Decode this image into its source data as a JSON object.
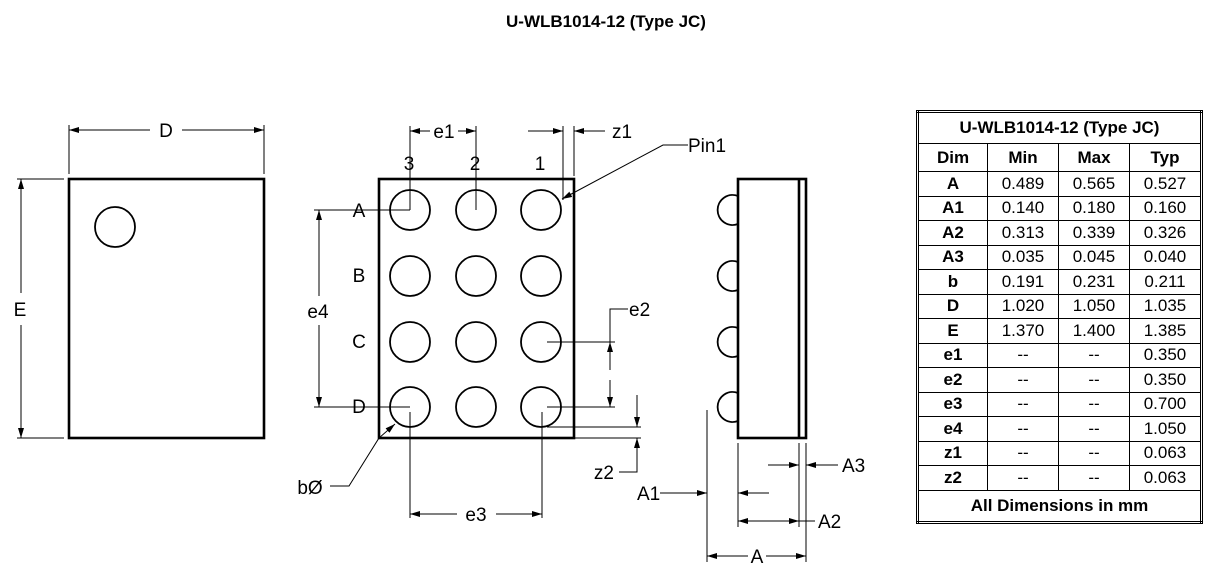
{
  "title": "U-WLB1014-12 (Type JC)",
  "drawing": {
    "top_view": {
      "width_label": "D",
      "height_label": "E"
    },
    "bottom_view": {
      "column_labels": [
        "3",
        "2",
        "1"
      ],
      "row_labels": [
        "A",
        "B",
        "C",
        "D"
      ],
      "ball_rows": 4,
      "ball_cols": 3,
      "pin1_label": "Pin1",
      "dim_labels": {
        "e1": "e1",
        "e2": "e2",
        "e3": "e3",
        "e4": "e4",
        "z1": "z1",
        "z2": "z2",
        "b": "bØ"
      }
    },
    "side_view": {
      "dim_labels": {
        "A": "A",
        "A1": "A1",
        "A2": "A2",
        "A3": "A3"
      }
    }
  },
  "table": {
    "title": "U-WLB1014-12 (Type JC)",
    "headers": [
      "Dim",
      "Min",
      "Max",
      "Typ"
    ],
    "rows": [
      [
        "A",
        "0.489",
        "0.565",
        "0.527"
      ],
      [
        "A1",
        "0.140",
        "0.180",
        "0.160"
      ],
      [
        "A2",
        "0.313",
        "0.339",
        "0.326"
      ],
      [
        "A3",
        "0.035",
        "0.045",
        "0.040"
      ],
      [
        "b",
        "0.191",
        "0.231",
        "0.211"
      ],
      [
        "D",
        "1.020",
        "1.050",
        "1.035"
      ],
      [
        "E",
        "1.370",
        "1.400",
        "1.385"
      ],
      [
        "e1",
        "--",
        "--",
        "0.350"
      ],
      [
        "e2",
        "--",
        "--",
        "0.350"
      ],
      [
        "e3",
        "--",
        "--",
        "0.700"
      ],
      [
        "e4",
        "--",
        "--",
        "1.050"
      ],
      [
        "z1",
        "--",
        "--",
        "0.063"
      ],
      [
        "z2",
        "--",
        "--",
        "0.063"
      ]
    ],
    "footer": "All Dimensions in mm"
  }
}
